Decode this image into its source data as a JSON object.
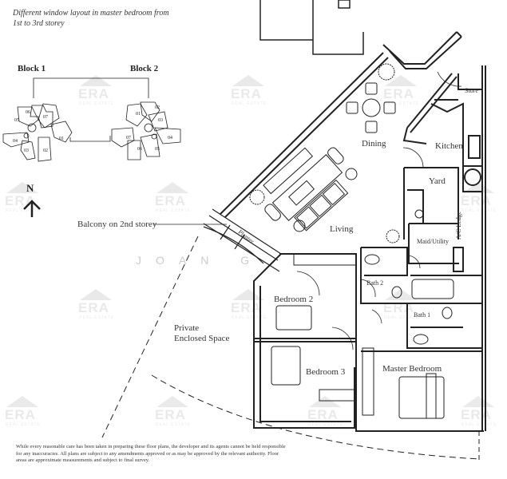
{
  "note": {
    "line1": "Different window layout in master bedroom from",
    "line2": "1st to 3rd storey"
  },
  "site_plan": {
    "block1_label": "Block 1",
    "block2_label": "Block 2",
    "block1_units": [
      "01",
      "02",
      "03",
      "04",
      "05",
      "06",
      "07"
    ],
    "block2_units": [
      "01",
      "02",
      "03",
      "04",
      "05",
      "06",
      "07"
    ]
  },
  "north_arrow": {
    "label": "N"
  },
  "rooms": {
    "dining": "Dining",
    "kitchen": "Kitchen",
    "store": "Store",
    "yard": "Yard",
    "living": "Living",
    "maid_utility": "Maid/Utility",
    "ac_ledge": "A/C Ledge",
    "planter": "Planter",
    "bath1": "Bath 1",
    "bath2": "Bath 2",
    "bedroom2": "Bedroom 2",
    "bedroom3": "Bedroom 3",
    "master_bedroom": "Master Bedroom",
    "private_enclosed_line1": "Private",
    "private_enclosed_line2": "Enclosed Space"
  },
  "callouts": {
    "balcony": "Balcony on 2nd storey"
  },
  "watermark": {
    "brand": "ERA",
    "sub": "REAL ESTATE",
    "agent": "JOAN G"
  },
  "disclaimer": "While every reasonable care has been taken in preparing these floor plans, the developer and its agents cannot be held responsible for any inaccuracies. All plans are subject to any amendments approved or as may be approved by the relevant authority. Floor areas are approximate measurements and subject to final survey."
}
